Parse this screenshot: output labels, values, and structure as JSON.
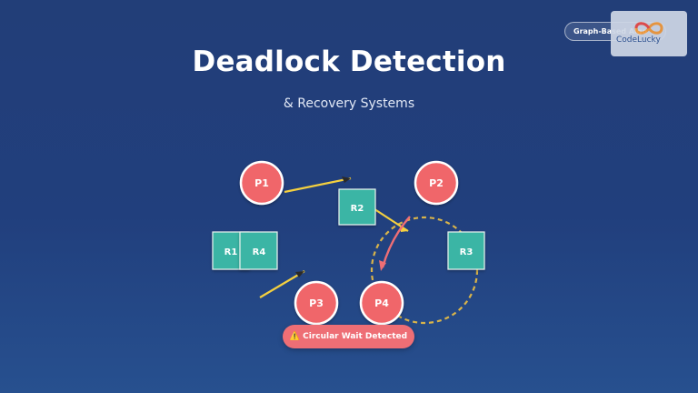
{
  "header": {
    "title": "Deadlock Detection",
    "subtitle": "& Recovery Systems"
  },
  "badge": {
    "label": "Graph-Based Algo"
  },
  "brand": {
    "name": "CodeLucky"
  },
  "status": {
    "label": "Circular Wait Detected",
    "icon": "warning-icon"
  },
  "graph": {
    "processes": [
      {
        "id": "P1",
        "label": "P1"
      },
      {
        "id": "P2",
        "label": "P2"
      },
      {
        "id": "P3",
        "label": "P3"
      },
      {
        "id": "P4",
        "label": "P4"
      }
    ],
    "resources": [
      {
        "id": "R1",
        "label": "R1"
      },
      {
        "id": "R2",
        "label": "R2"
      },
      {
        "id": "R3",
        "label": "R3"
      },
      {
        "id": "R4",
        "label": "R4"
      }
    ]
  },
  "colors": {
    "process": "#f0666b",
    "resource": "#3bb5a5",
    "edge": "#f4d03f",
    "cycle": "#d9b44a",
    "cycle_arrow": "#ee6e75",
    "background": "#213f7d"
  }
}
